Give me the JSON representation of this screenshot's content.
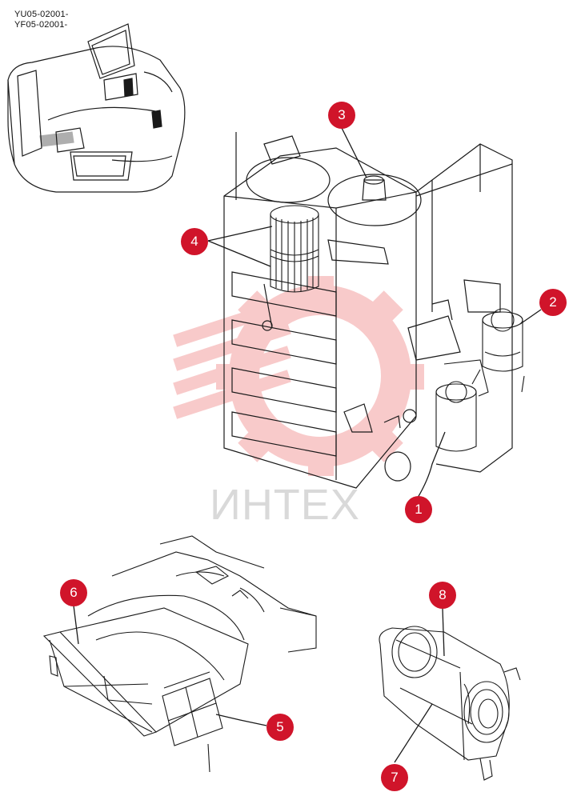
{
  "serial_codes": [
    "YU05-02001-",
    "YF05-02001-"
  ],
  "watermark": {
    "text": "ИНТЕХ",
    "color": "#f2a0a0"
  },
  "callouts": {
    "c1": "1",
    "c2": "2",
    "c3": "3",
    "c4": "4",
    "c5": "5",
    "c6": "6",
    "c7": "7",
    "c8": "8"
  },
  "colors": {
    "callout": "#d0142a",
    "line": "#1a1a1a"
  }
}
